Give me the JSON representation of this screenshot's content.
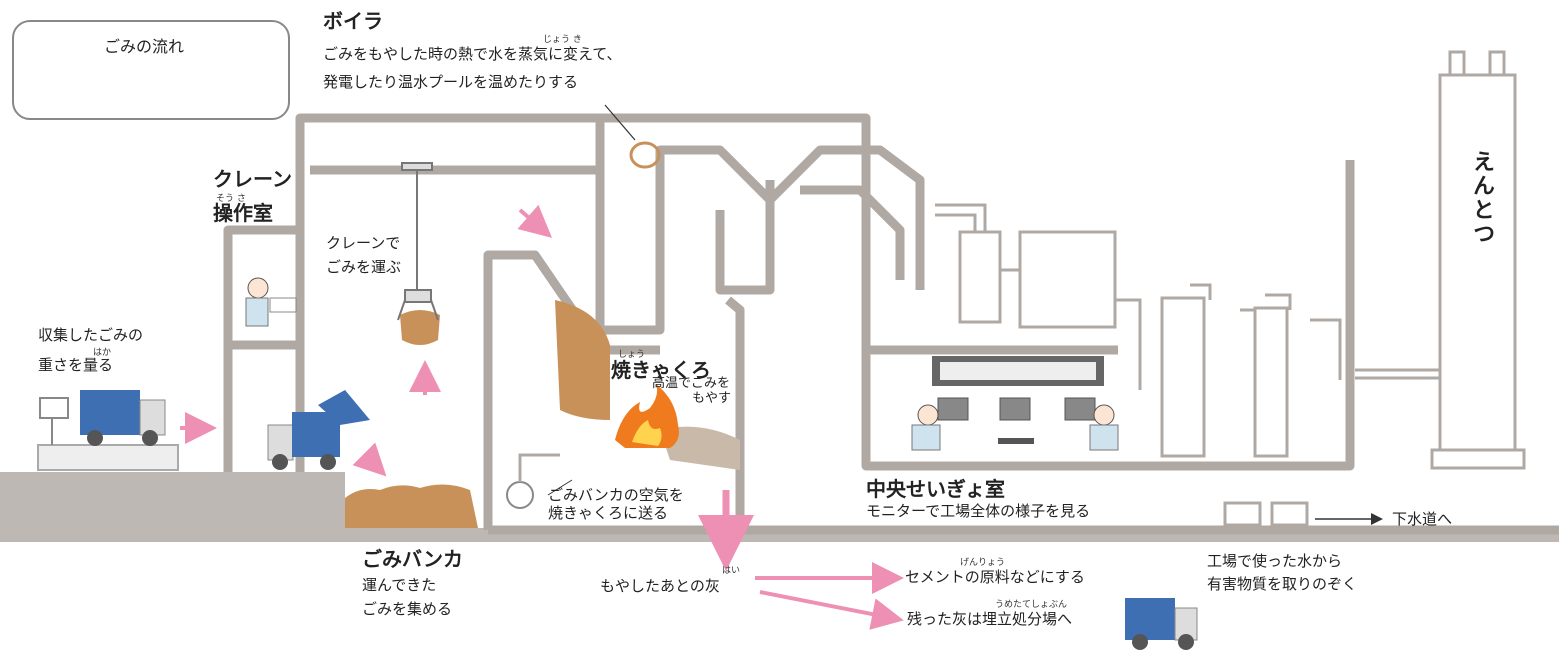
{
  "legend": {
    "label": "ごみの流れ"
  },
  "boiler": {
    "title": "ボイラ",
    "line1": "ごみをもやした時の熱で水を蒸気に変えて、",
    "line2": "発電したり温水プールを温めたりする",
    "ruby_steam": "じょう き"
  },
  "crane_room": {
    "line1": "クレーン",
    "line2": "操作室",
    "ruby": "そう さ"
  },
  "crane": {
    "line1": "クレーンで",
    "line2": "ごみを運ぶ"
  },
  "weigh": {
    "line1": "収集したごみの",
    "line2": "重さを量る",
    "ruby": "はか"
  },
  "incinerator": {
    "title": "焼きゃくろ",
    "ruby": "しょう",
    "note1": "高温でごみを",
    "note2": "もやす"
  },
  "air_fan": {
    "line1": "ごみバンカの空気を",
    "line2": "焼きゃくろに送る"
  },
  "bunker": {
    "title": "ごみバンカ",
    "line1": "運んできた",
    "line2": "ごみを集める"
  },
  "control": {
    "title": "中央せいぎょ室",
    "desc": "モニターで工場全体の様子を見る"
  },
  "chimney": {
    "label": "えんとつ"
  },
  "sewer": {
    "label": "下水道へ"
  },
  "water": {
    "line1": "工場で使った水から",
    "line2": "有害物質を取りのぞく"
  },
  "ash": {
    "label": "もやしたあとの灰",
    "ruby": "はい"
  },
  "cement": {
    "label": "セメントの原料などにする",
    "ruby": "げんりょう"
  },
  "landfill": {
    "label": "残った灰は埋立処分場へ",
    "ruby": "うめたてしょぶん"
  },
  "colors": {
    "flow": "#ee8fb4",
    "wall": "#b0a9a3",
    "garbage": "#c8915a",
    "truck": "#3e6fb3",
    "fire": "#f07a1e",
    "ground": "#bdb8b3"
  }
}
